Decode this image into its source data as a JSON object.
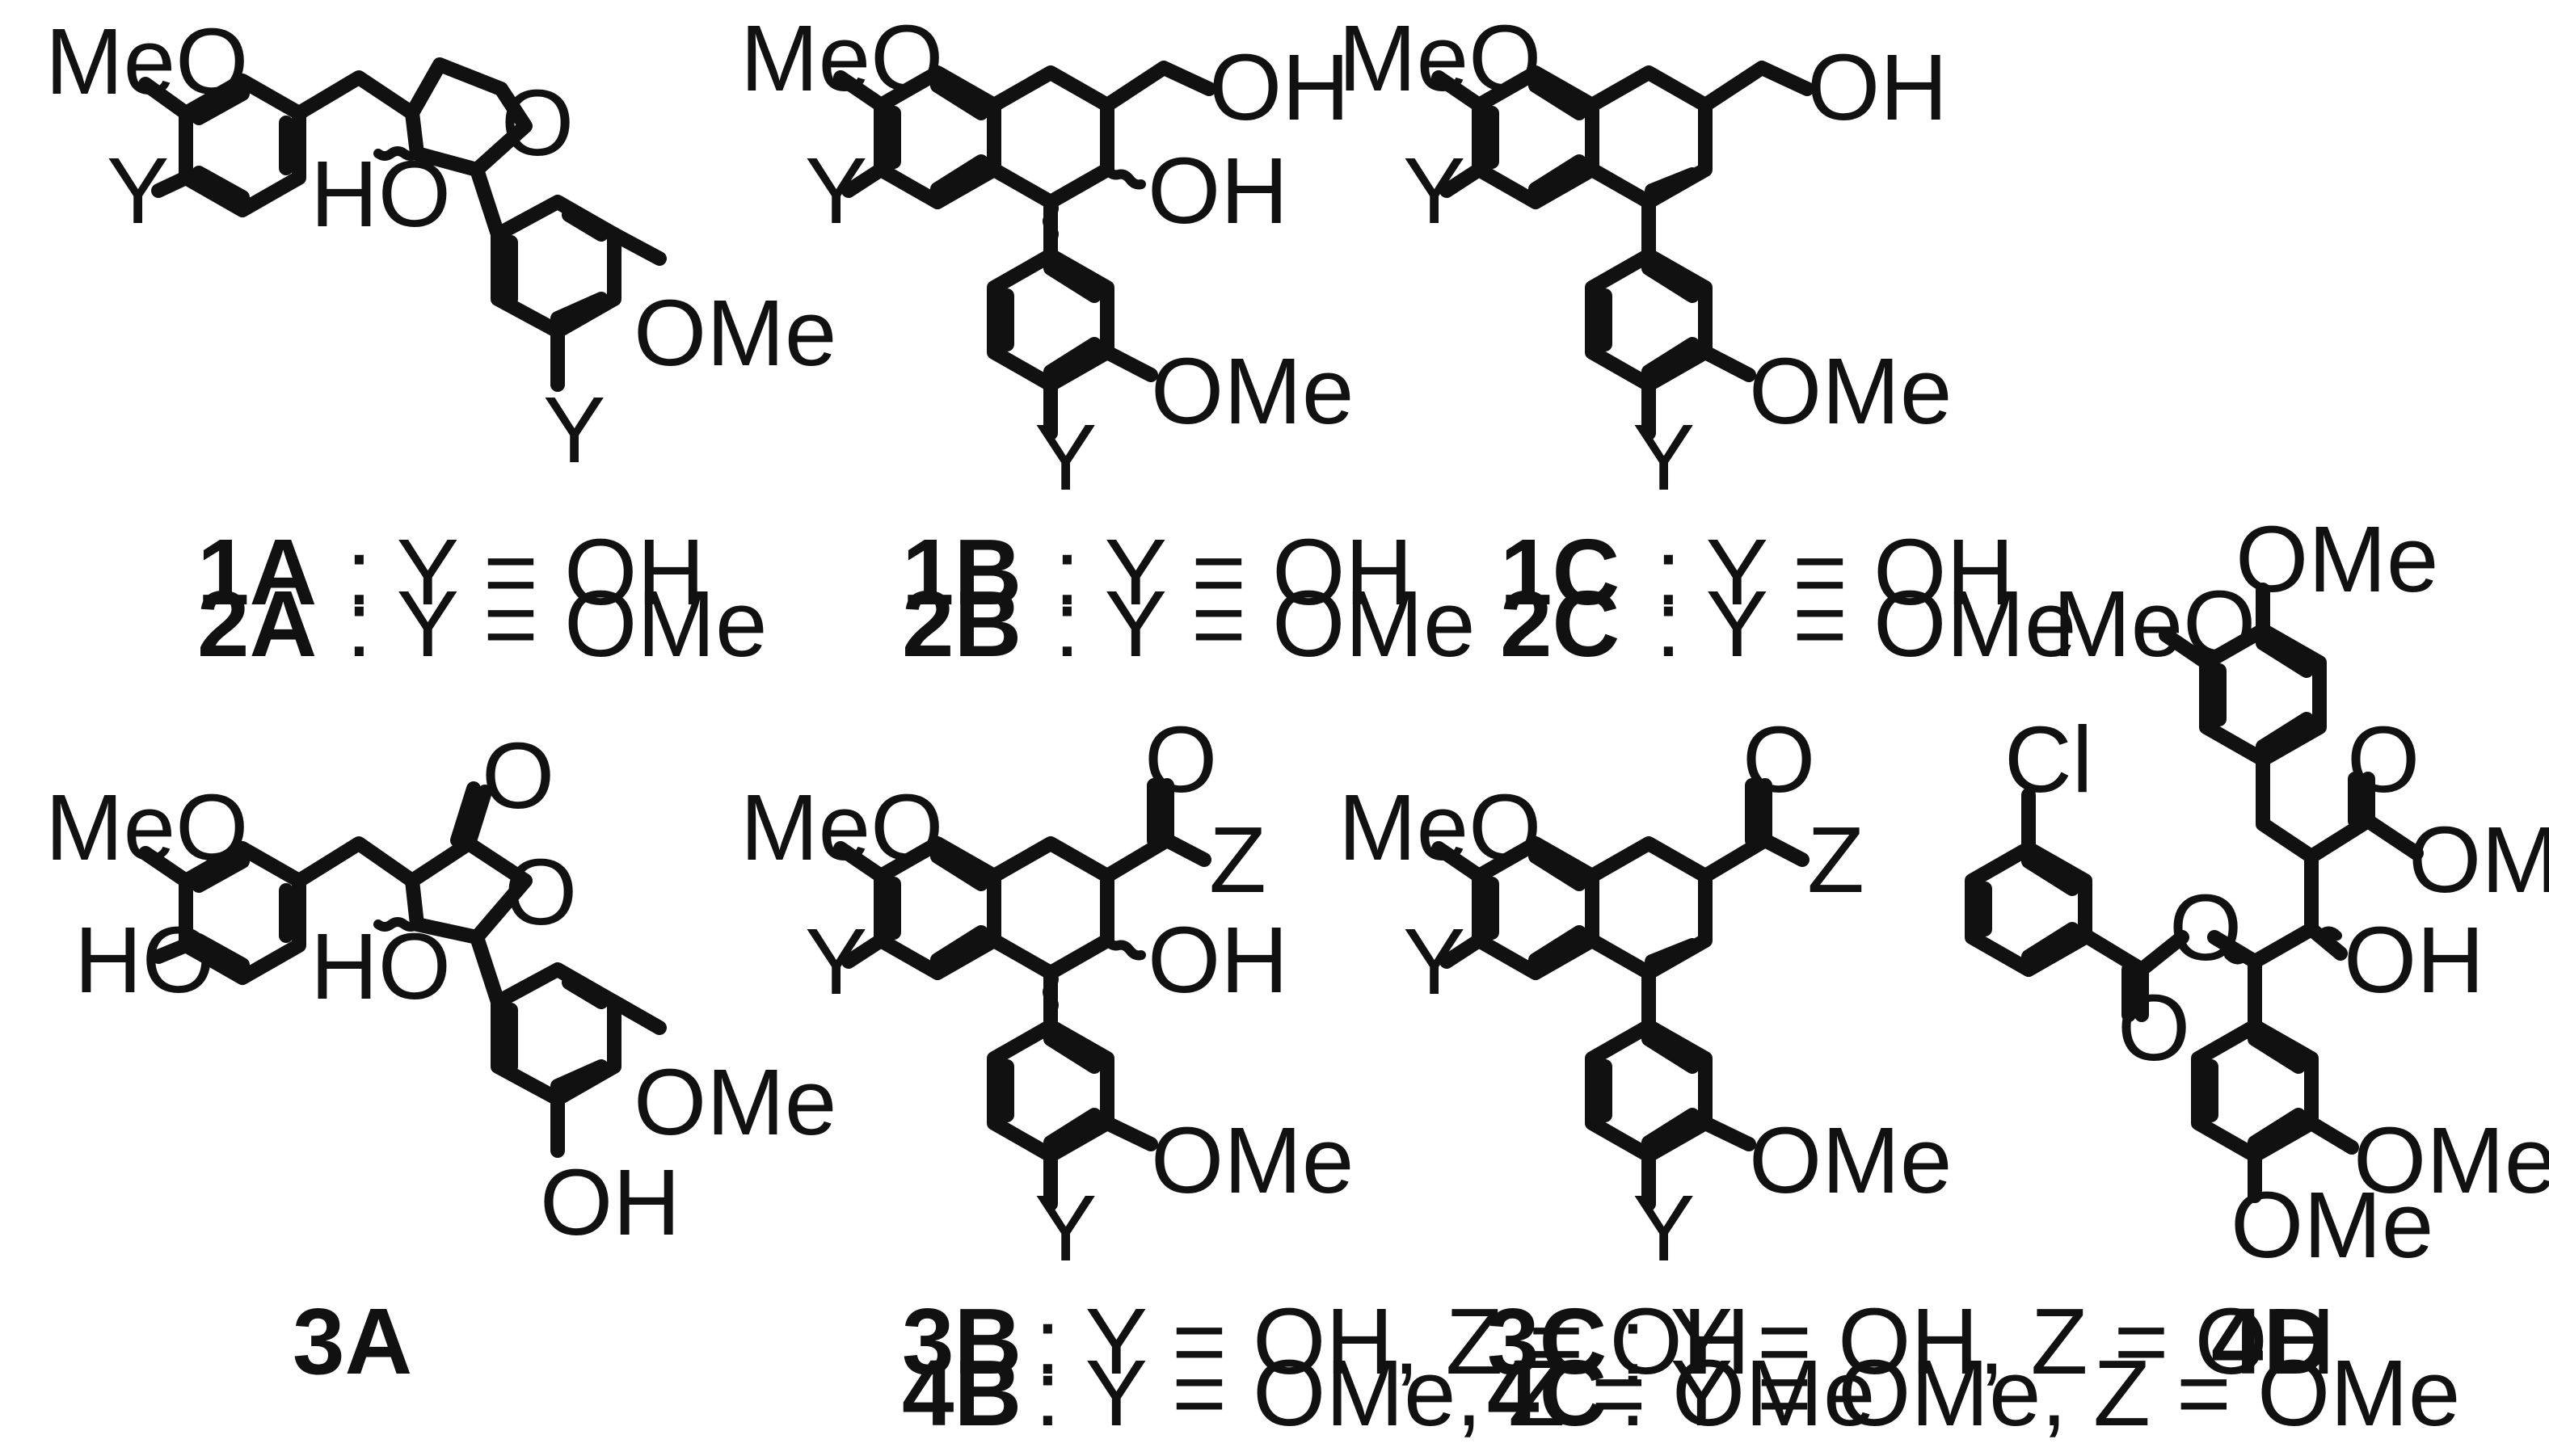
{
  "scheme": {
    "structures": [
      {
        "id": "s1",
        "name": "structure-1a-2a",
        "atoms": {
          "meo": "MeO",
          "y_left": "Y",
          "ho": "HO",
          "o_ring": "O",
          "ome": "OMe",
          "y_bottom": "Y"
        },
        "compounds": [
          {
            "id": "1A",
            "def": ": Y = OH"
          },
          {
            "id": "2A",
            "def": ": Y = OMe"
          }
        ]
      },
      {
        "id": "s2",
        "name": "structure-1b-2b",
        "atoms": {
          "meo": "MeO",
          "y_left": "Y",
          "oh_top": "OH",
          "oh_mid": "OH",
          "ome": "OMe",
          "y_bottom": "Y"
        },
        "compounds": [
          {
            "id": "1B",
            "def": ": Y = OH"
          },
          {
            "id": "2B",
            "def": ": Y = OMe"
          }
        ]
      },
      {
        "id": "s3",
        "name": "structure-1c-2c",
        "atoms": {
          "meo": "MeO",
          "y_left": "Y",
          "oh_top": "OH",
          "ome": "OMe",
          "y_bottom": "Y"
        },
        "compounds": [
          {
            "id": "1C",
            "def": ": Y = OH"
          },
          {
            "id": "2C",
            "def": ": Y = OMe"
          }
        ]
      },
      {
        "id": "s4",
        "name": "structure-3a",
        "atoms": {
          "meo": "MeO",
          "ho_left": "HO",
          "o_carbonyl": "O",
          "o_ring": "O",
          "ho": "HO",
          "ome": "OMe",
          "oh_bottom": "OH"
        },
        "compounds": [
          {
            "id": "3A",
            "def": ""
          }
        ]
      },
      {
        "id": "s5",
        "name": "structure-3b-4b",
        "atoms": {
          "meo": "MeO",
          "y_left": "Y",
          "o_carbonyl": "O",
          "z": "Z",
          "oh": "OH",
          "ome": "OMe",
          "y_bottom": "Y"
        },
        "compounds": [
          {
            "id": "3B",
            "def": ": Y = OH, Z = OH"
          },
          {
            "id": "4B",
            "def": ": Y = OMe, Z = OMe"
          }
        ]
      },
      {
        "id": "s6",
        "name": "structure-3c-4c",
        "atoms": {
          "meo": "MeO",
          "y_left": "Y",
          "o_carbonyl": "O",
          "z": "Z",
          "ome": "OMe",
          "y_bottom": "Y"
        },
        "compounds": [
          {
            "id": "3C",
            "def": ": Y = OH, Z = OH"
          },
          {
            "id": "4C",
            "def": ": Y = OMe, Z = OMe"
          }
        ]
      },
      {
        "id": "s7",
        "name": "structure-4d",
        "atoms": {
          "ome_top": "OMe",
          "meo": "MeO",
          "cl": "Cl",
          "o_ester_top": "O",
          "ome_ester": "OMe",
          "o_ester_link": "O",
          "oh": "OH",
          "o_carbonyl": "O",
          "ome_right": "OMe",
          "ome_bottom": "OMe"
        },
        "compounds": [
          {
            "id": "4D",
            "def": ""
          }
        ]
      }
    ]
  }
}
